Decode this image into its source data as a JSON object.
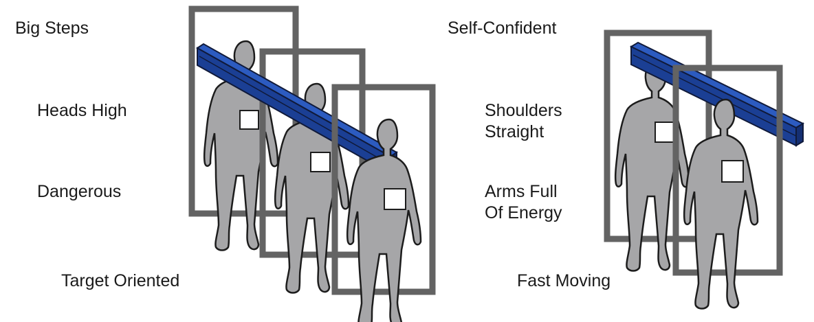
{
  "colors": {
    "frame": "#636363",
    "figure_fill": "#a6a6a8",
    "figure_outline": "#1c1c1c",
    "beam_front": "#1b3f94",
    "beam_top": "#2c5bc0",
    "beam_end": "#152f72",
    "badge": "#ffffff"
  },
  "left_group": {
    "labels": {
      "big_steps": "Big Steps",
      "heads_high": "Heads High",
      "dangerous": "Dangerous",
      "target_oriented": "Target Oriented"
    }
  },
  "right_group": {
    "labels": {
      "self_confident": "Self-Confident",
      "shoulders_line1": "Shoulders",
      "shoulders_line2": "Straight",
      "arms_line1": "Arms Full",
      "arms_line2": "Of Energy",
      "fast_moving": "Fast Moving"
    }
  }
}
